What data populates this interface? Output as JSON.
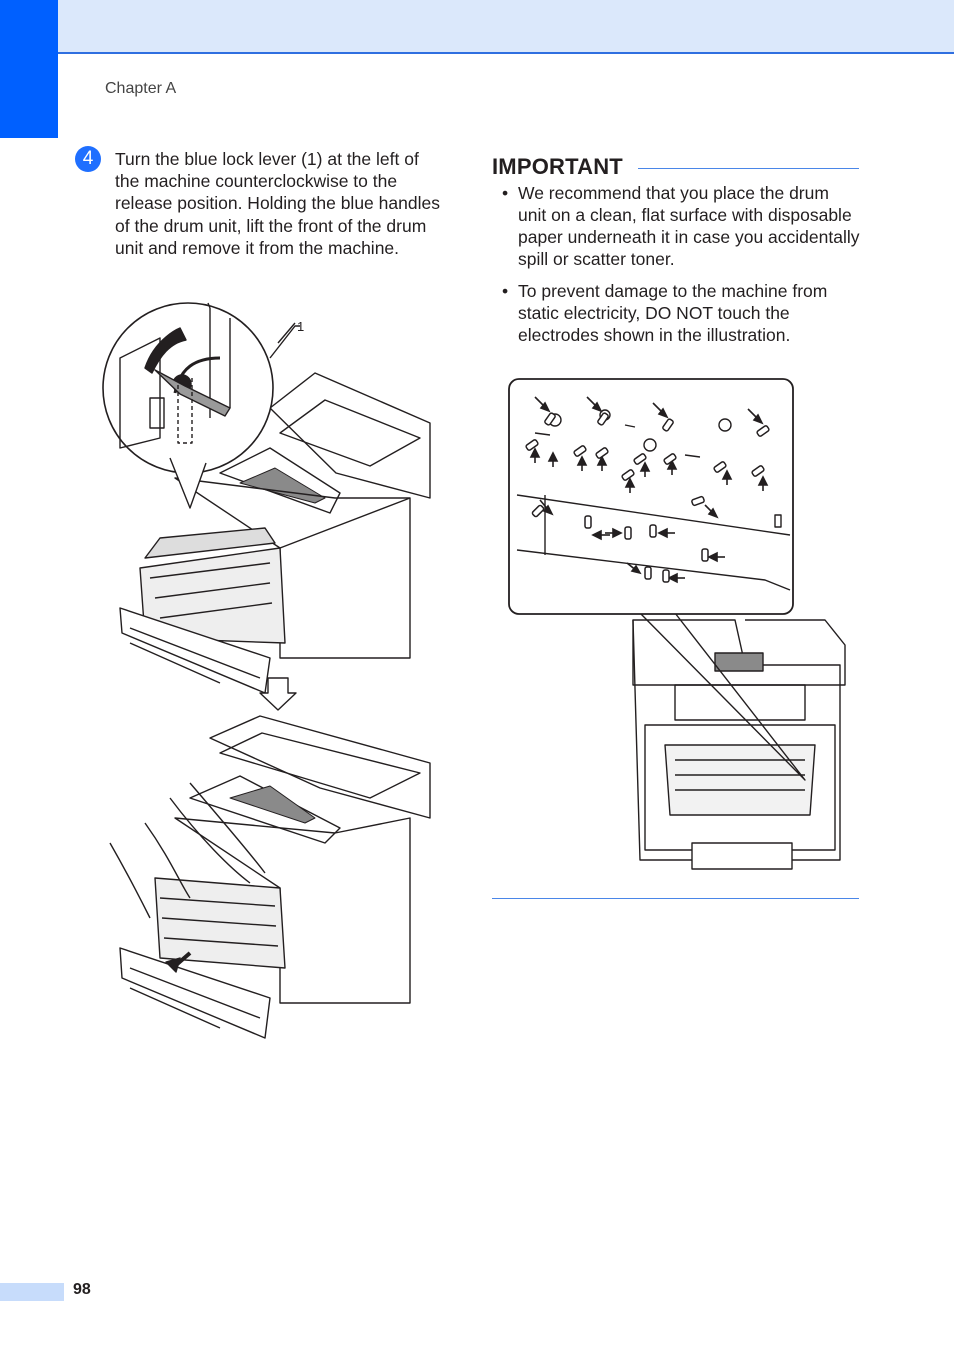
{
  "header": {
    "chapter": "Chapter A"
  },
  "step": {
    "number": "4",
    "text": "Turn the blue lock lever (1) at the left of the machine counterclockwise to the release position. Holding the blue handles of the drum unit, lift the front of the drum unit and remove it from the machine."
  },
  "figure_left": {
    "callout": "1"
  },
  "important": {
    "title": "IMPORTANT",
    "bullets": [
      "We recommend that you place the drum unit on a clean, flat surface with disposable paper underneath it in case you accidentally spill or scatter toner.",
      "To prevent damage to the machine from static electricity, DO NOT touch the electrodes shown in the illustration."
    ]
  },
  "footer": {
    "page_number": "98"
  },
  "colors": {
    "accent_blue": "#0060ff",
    "band_light": "#dbe8fb",
    "rule_blue": "#4a86e8"
  }
}
